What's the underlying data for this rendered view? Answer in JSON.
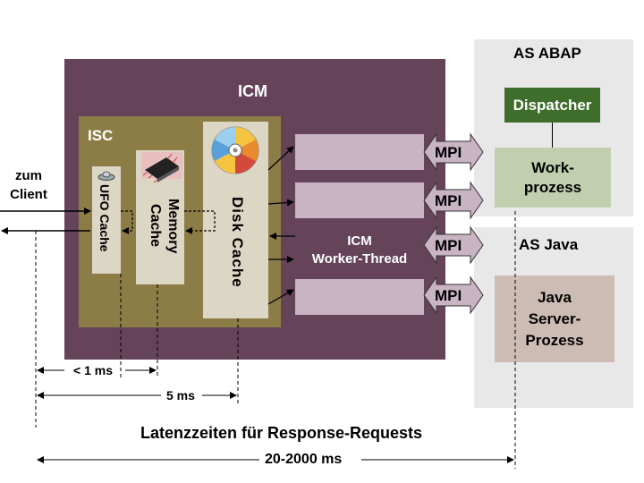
{
  "abap": {
    "title": "AS ABAP",
    "dispatcher": "Dispatcher",
    "work_line1": "Work-",
    "work_line2": "prozess"
  },
  "java": {
    "title": "AS Java",
    "line1": "Java",
    "line2": "Server-",
    "line3": "Prozess"
  },
  "icm": {
    "title": "ICM",
    "worker_line1": "ICM",
    "worker_line2": "Worker-Thread"
  },
  "isc": {
    "title": "ISC",
    "ufo": "UFO Cache",
    "memory_line1": "Memory",
    "memory_line2": "Cache",
    "disk": "Disk Cache"
  },
  "client": {
    "line1": "zum",
    "line2": "Client"
  },
  "mpi": [
    "MPI",
    "MPI",
    "MPI",
    "MPI"
  ],
  "latency": {
    "t1": "< 1 ms",
    "t2": "5 ms",
    "title": "Latenzzeiten für Response-Requests",
    "t3": "20-2000 ms"
  },
  "colors": {
    "icm": "#65445a",
    "isc": "#8c7c46",
    "dispatcher": "#3f6e2c",
    "work": "#c2cfaf",
    "java": "#cdbcb3",
    "worker": "#c8b4c3"
  }
}
